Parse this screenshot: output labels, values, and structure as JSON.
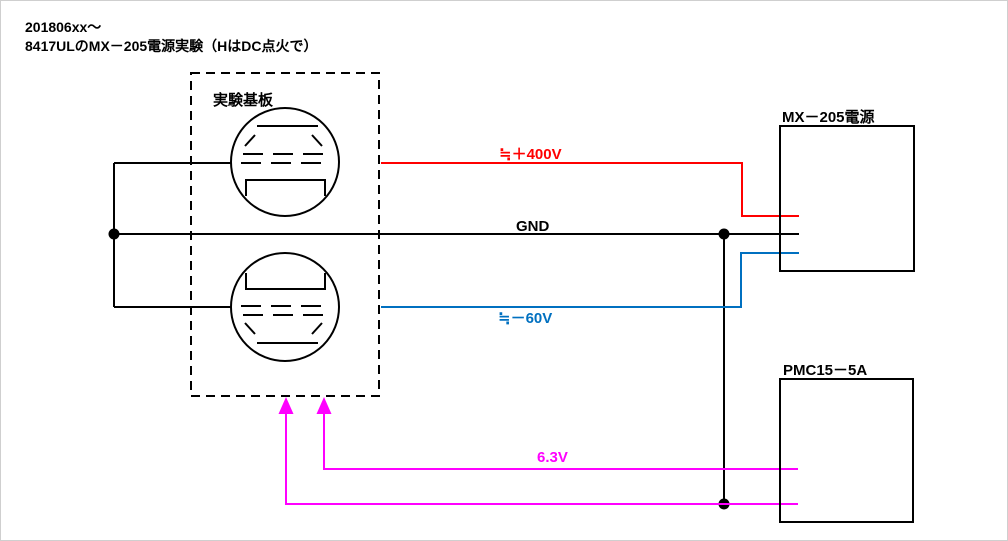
{
  "title": {
    "line1": "201806xx～",
    "line2": "8417ULのMX－205電源実験（HはDC点火で）"
  },
  "board": {
    "label": "実験基板"
  },
  "power_supplies": {
    "mx205": {
      "label": "MX－205電源"
    },
    "pmc": {
      "label": "PMC15－5A"
    }
  },
  "nets": {
    "b_plus": {
      "label": "≒＋400V",
      "color": "#ff0000"
    },
    "gnd": {
      "label": "GND",
      "color": "#000000"
    },
    "bias": {
      "label": "≒－60V",
      "color": "#0070c0"
    },
    "heater": {
      "label": "6.3V",
      "color": "#ff00ff"
    }
  },
  "icons": {
    "vacuum_tube": "tube-symbol-circle",
    "junction_dot": "filled-circle",
    "heater_arrow": "up-arrow"
  }
}
